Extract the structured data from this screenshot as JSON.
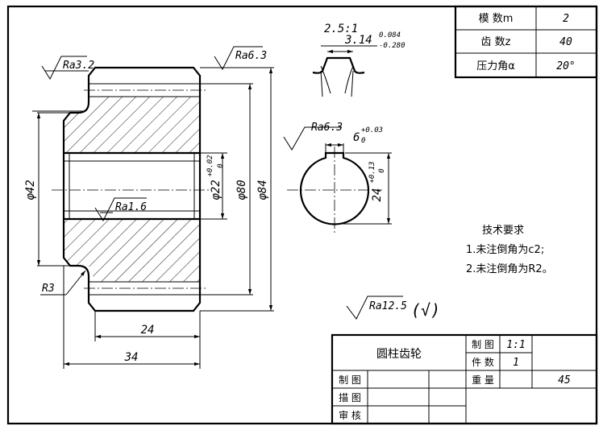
{
  "params_table": [
    {
      "label": "模  数m",
      "value": "2"
    },
    {
      "label": "齿  数z",
      "value": "40"
    },
    {
      "label": "压力角α",
      "value": "20°"
    }
  ],
  "detail": {
    "scale": "2.5:1",
    "tooth_dim": "3.14",
    "tooth_tol_upper": "0.084",
    "tooth_tol_lower": "-0.280"
  },
  "keyway": {
    "roughness": "Ra6.3",
    "width": "6",
    "width_tol_upper": "+0.03",
    "width_tol_lower": "0",
    "depth": "24",
    "depth_tol_upper": "+0.13",
    "depth_tol_lower": "0"
  },
  "main_view": {
    "ra_left": "Ra3.2",
    "ra_top": "Ra6.3",
    "ra_bore": "Ra1.6",
    "dia_42": "φ42",
    "dia_22": "φ22",
    "dia_22_tol_upper": "+0.02",
    "dia_22_tol_lower": "0",
    "dia_80": "φ80",
    "dia_84": "φ84",
    "radius": "R3",
    "width_24": "24",
    "width_34": "34"
  },
  "general_roughness": {
    "value": "Ra12.5",
    "symbol": "(√)"
  },
  "notes": {
    "title": "技术要求",
    "lines": [
      "1.未注倒角为c2;",
      "2.未注倒角为R2。"
    ]
  },
  "title_block": {
    "part_name": "圆柱齿轮",
    "scale_label": "制 图",
    "scale_value": "1:1",
    "qty_label": "件 数",
    "qty_value": "1",
    "weight_label": "重 量",
    "material_code": "45",
    "rows": [
      "制 图",
      "描 图",
      "审 核"
    ]
  }
}
